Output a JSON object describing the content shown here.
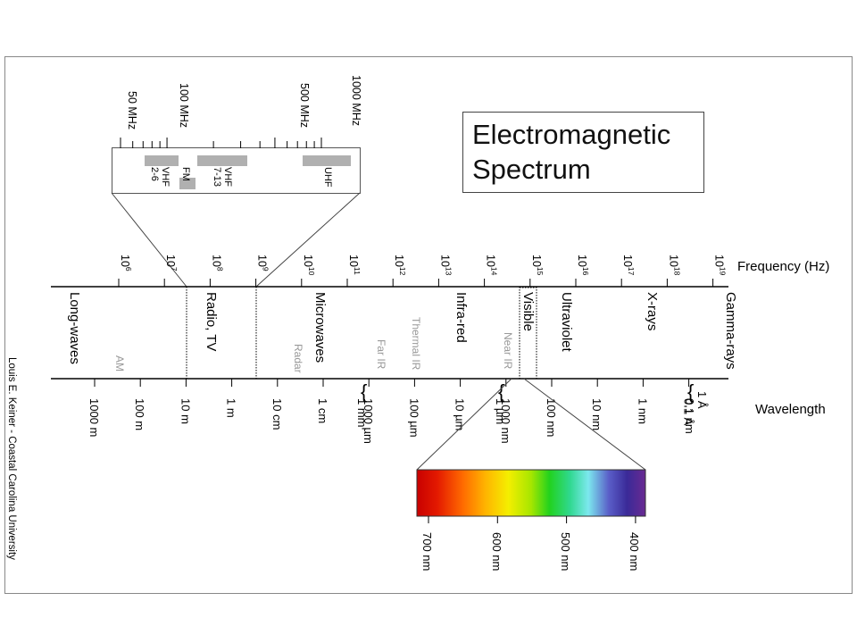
{
  "title": {
    "line1": "Electromagnetic",
    "line2": "Spectrum"
  },
  "credit": "Louis E. Keiner - Coastal Carolina University",
  "frequency_axis": {
    "label": "Frequency (Hz)",
    "ticks": [
      {
        "base": "10",
        "exp": "6"
      },
      {
        "base": "10",
        "exp": "7"
      },
      {
        "base": "10",
        "exp": "8"
      },
      {
        "base": "10",
        "exp": "9"
      },
      {
        "base": "10",
        "exp": "10"
      },
      {
        "base": "10",
        "exp": "11"
      },
      {
        "base": "10",
        "exp": "12"
      },
      {
        "base": "10",
        "exp": "13"
      },
      {
        "base": "10",
        "exp": "14"
      },
      {
        "base": "10",
        "exp": "15"
      },
      {
        "base": "10",
        "exp": "16"
      },
      {
        "base": "10",
        "exp": "17"
      },
      {
        "base": "10",
        "exp": "18"
      },
      {
        "base": "10",
        "exp": "19"
      }
    ]
  },
  "wavelength_axis": {
    "label": "Wavelength",
    "ticks": [
      "1000 m",
      "100 m",
      "10 m",
      "1 m",
      "10 cm",
      "1 cm",
      "1000 µm",
      "100 µm",
      "10 µm",
      "1000 nm",
      "100 nm",
      "10 nm",
      "1 nm",
      "0.1 Å"
    ],
    "alt_labels": [
      "1 mm",
      "1 µm",
      "1 Å",
      "0.1 nm"
    ]
  },
  "bands": {
    "long_waves": "Long-waves",
    "radio_tv": "Radio, TV",
    "microwaves": "Microwaves",
    "infrared": "Infra-red",
    "visible": "Visible",
    "ultraviolet": "Ultraviolet",
    "xrays": "X-rays",
    "gamma": "Gamma-rays"
  },
  "sub_bands": {
    "am": "AM",
    "radar": "Radar",
    "far_ir": "Far IR",
    "thermal_ir": "Thermal IR",
    "near_ir": "Near IR"
  },
  "radio_inset": {
    "ticks": [
      "50 MHz",
      "100 MHz",
      "500 MHz",
      "1000 MHz"
    ],
    "bands": {
      "vhf_2_6": [
        "VHF",
        "2-6"
      ],
      "fm": "FM",
      "vhf_7_13": [
        "VHF",
        "7-13"
      ],
      "uhf": "UHF"
    }
  },
  "visible_inset": {
    "ticks": [
      "700 nm",
      "600 nm",
      "500 nm",
      "400 nm"
    ]
  },
  "colors": {
    "line": "#000000",
    "muted_text": "#999999",
    "band_fill": "#b0b0b0",
    "frame": "#888888",
    "spectrum": [
      "#d40000",
      "#ee3300",
      "#ff7a00",
      "#ffc400",
      "#f2f200",
      "#9ee800",
      "#22d41e",
      "#28d890",
      "#7ce8ee",
      "#5a5ec8",
      "#3a2a98",
      "#6a2a92"
    ]
  }
}
